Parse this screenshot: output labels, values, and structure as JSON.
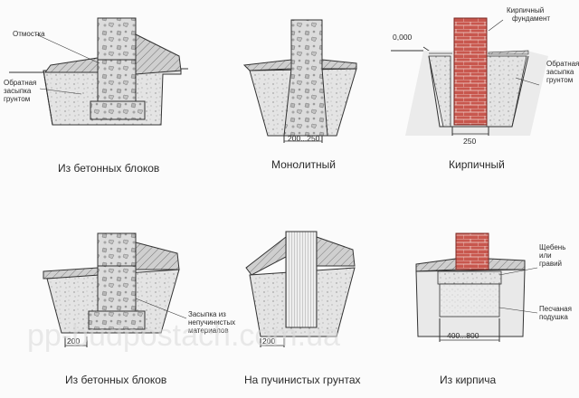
{
  "panels": {
    "p1": {
      "caption": "Из бетонных блоков",
      "label_otmostka": "Отмостка",
      "label_backfill": [
        "Обратная",
        "засыпка",
        "грунтом"
      ]
    },
    "p2": {
      "caption": "Монолитный",
      "dim": "200...250"
    },
    "p3": {
      "caption": "Кирпичный",
      "level": "0,000",
      "label_brick": [
        "Кирпичный",
        "фундамент"
      ],
      "label_backfill": [
        "Обратная",
        "засыпка",
        "грунтом"
      ],
      "dim": "250"
    },
    "p4": {
      "caption": "Из бетонных блоков",
      "label_fill": [
        "Засыпка из",
        "непучинистых",
        "материалов"
      ],
      "dim": "200"
    },
    "p5": {
      "caption": "На пучинистых грунтах",
      "dim": "200"
    },
    "p6": {
      "caption": "Из кирпича",
      "label_gravel": [
        "Щебень",
        "или",
        "гравий"
      ],
      "label_sand": [
        "Песчаная",
        "подушка"
      ],
      "dim": "400...800"
    }
  },
  "watermark": "pp-budpostach.com.ua",
  "colors": {
    "concrete": "#e2e2e2",
    "soil": "#d2d2d2",
    "brick": "#c8574e",
    "line": "#2b2b2b"
  }
}
